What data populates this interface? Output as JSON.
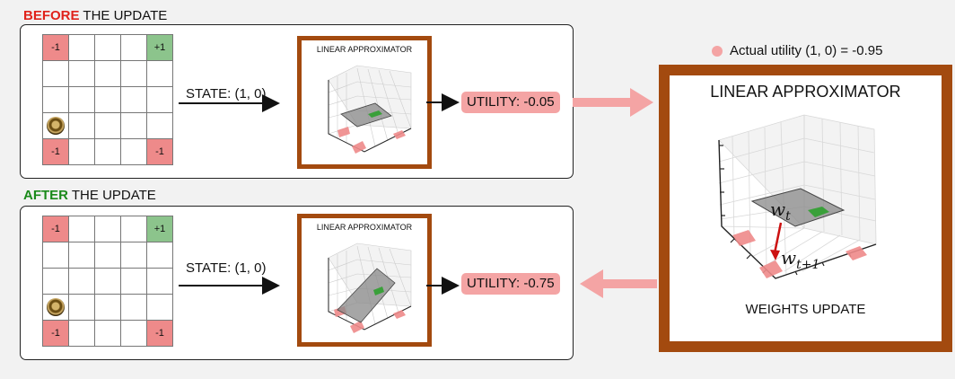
{
  "colors": {
    "negative_cell": "#ee8a8a",
    "positive_cell": "#8cc48c",
    "approximator_border": "#a34a0f",
    "utility_highlight": "#f4a4a4",
    "before_keyword": "#e0221b",
    "after_keyword": "#1a8a1a"
  },
  "before": {
    "keyword": "BEFORE",
    "title_rest": " THE UPDATE",
    "state_label": "STATE: (1, 0)",
    "approximator_title": "LINEAR APPROXIMATOR",
    "utility_label": "UTILITY: -0.05",
    "grid": [
      [
        "-1",
        "",
        "",
        "",
        "+1"
      ],
      [
        "",
        "",
        "",
        "",
        ""
      ],
      [
        "",
        "",
        "",
        "",
        ""
      ],
      [
        "@",
        "",
        "",
        "",
        ""
      ],
      [
        "-1",
        "",
        "",
        "",
        "-1"
      ]
    ]
  },
  "after": {
    "keyword": "AFTER",
    "title_rest": " THE UPDATE",
    "state_label": "STATE: (1, 0)",
    "approximator_title": "LINEAR APPROXIMATOR",
    "utility_label": "UTILITY: -0.75",
    "grid": [
      [
        "-1",
        "",
        "",
        "",
        "+1"
      ],
      [
        "",
        "",
        "",
        "",
        ""
      ],
      [
        "",
        "",
        "",
        "",
        ""
      ],
      [
        "@",
        "",
        "",
        "",
        ""
      ],
      [
        "-1",
        "",
        "",
        "",
        "-1"
      ]
    ]
  },
  "legend": {
    "label": "Actual utility (1, 0) = -0.95",
    "icon": "pink-dot-icon"
  },
  "big_approximator": {
    "title": "LINEAR APPROXIMATOR",
    "subtitle": "WEIGHTS UPDATE",
    "weight_current": "w",
    "weight_current_sub": "t",
    "weight_next": "w",
    "weight_next_sub": "t+1"
  }
}
